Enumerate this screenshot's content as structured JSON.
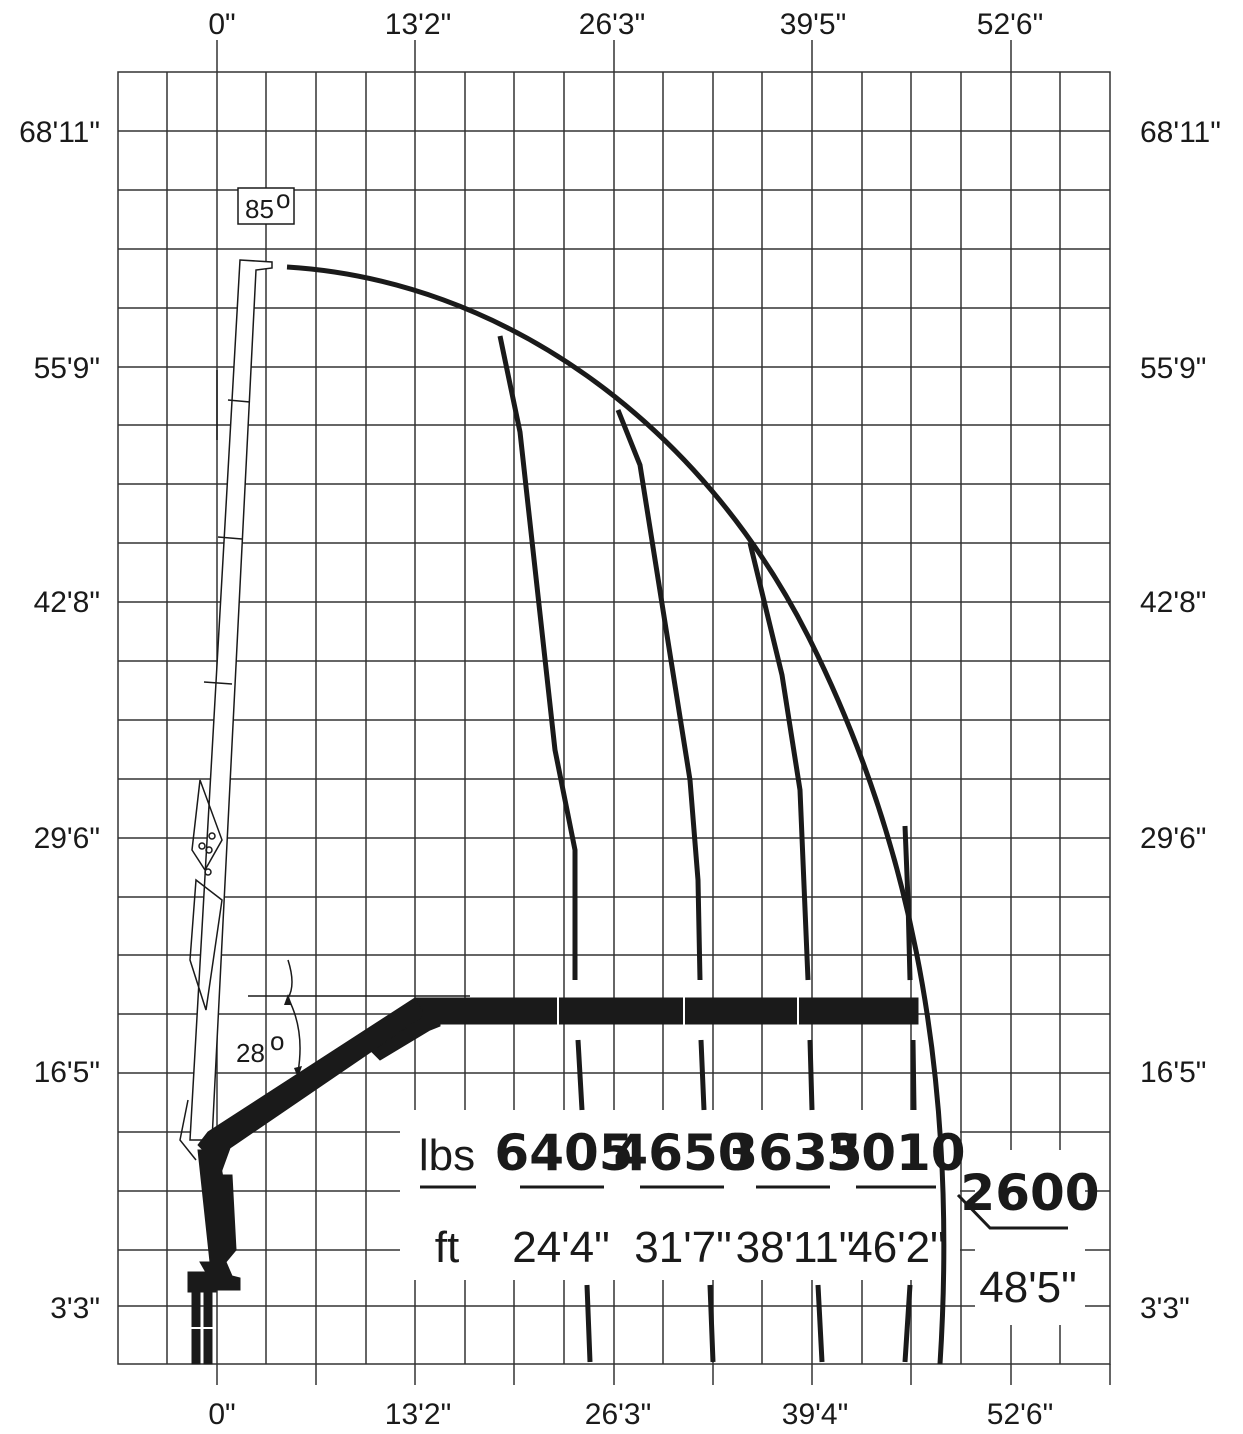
{
  "diagram": {
    "x_ticks_top": [
      "0\"",
      "13'2\"",
      "26'3\"",
      "39'5\"",
      "52'6\""
    ],
    "x_ticks_bottom": [
      "0\"",
      "13'2\"",
      "26'3\"",
      "39'4\"",
      "52'6\""
    ],
    "y_ticks": [
      "68'11\"",
      "55'9\"",
      "42'8\"",
      "29'6\"",
      "16'5\"",
      "3'3\""
    ],
    "angle_max": "85",
    "angle_degree_symbol": "o",
    "angle_min": "28",
    "units": {
      "load": "lbs",
      "reach": "ft"
    },
    "capacities": [
      {
        "load": "6405",
        "reach": "24'4\""
      },
      {
        "load": "4650",
        "reach": "31'7\""
      },
      {
        "load": "3635",
        "reach": "38'11\""
      },
      {
        "load": "3010",
        "reach": "46'2\""
      },
      {
        "load": "2600",
        "reach": "48'5\""
      }
    ],
    "colors": {
      "ink": "#1a1a1a",
      "grid": "#333333",
      "background": "#ffffff"
    }
  }
}
